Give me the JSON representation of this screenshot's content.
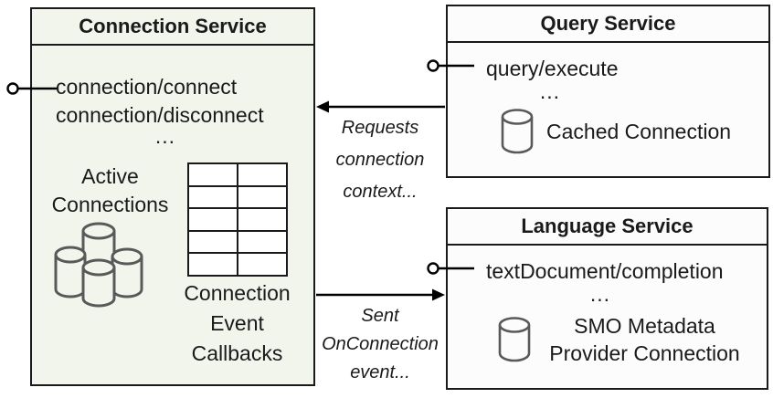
{
  "diagram": {
    "kind": "service-architecture-diagram"
  },
  "colors": {
    "connection_box_fill": "#f2f5ec",
    "service_box_fill": "#fcfcfc",
    "border": "#1a1a1a",
    "text": "#1a1a1a",
    "cylinder_stroke": "#595959",
    "arrow": "#000000"
  },
  "connection_service": {
    "title": "Connection Service",
    "methods": [
      "connection/connect",
      "connection/disconnect"
    ],
    "ellipsis": "...",
    "active_connections_label": "Active\nConnections",
    "callbacks_label": "Connection\nEvent\nCallbacks"
  },
  "query_service": {
    "title": "Query Service",
    "methods": [
      "query/execute"
    ],
    "ellipsis": "...",
    "cached_connection_label": "Cached Connection"
  },
  "language_service": {
    "title": "Language Service",
    "methods": [
      "textDocument/completion"
    ],
    "ellipsis": "...",
    "smo_label": "SMO Metadata\nProvider Connection"
  },
  "arrows": {
    "request": {
      "label": "Requests\nconnection\ncontext..."
    },
    "event": {
      "label": "Sent\nOnConnection\nevent..."
    }
  }
}
